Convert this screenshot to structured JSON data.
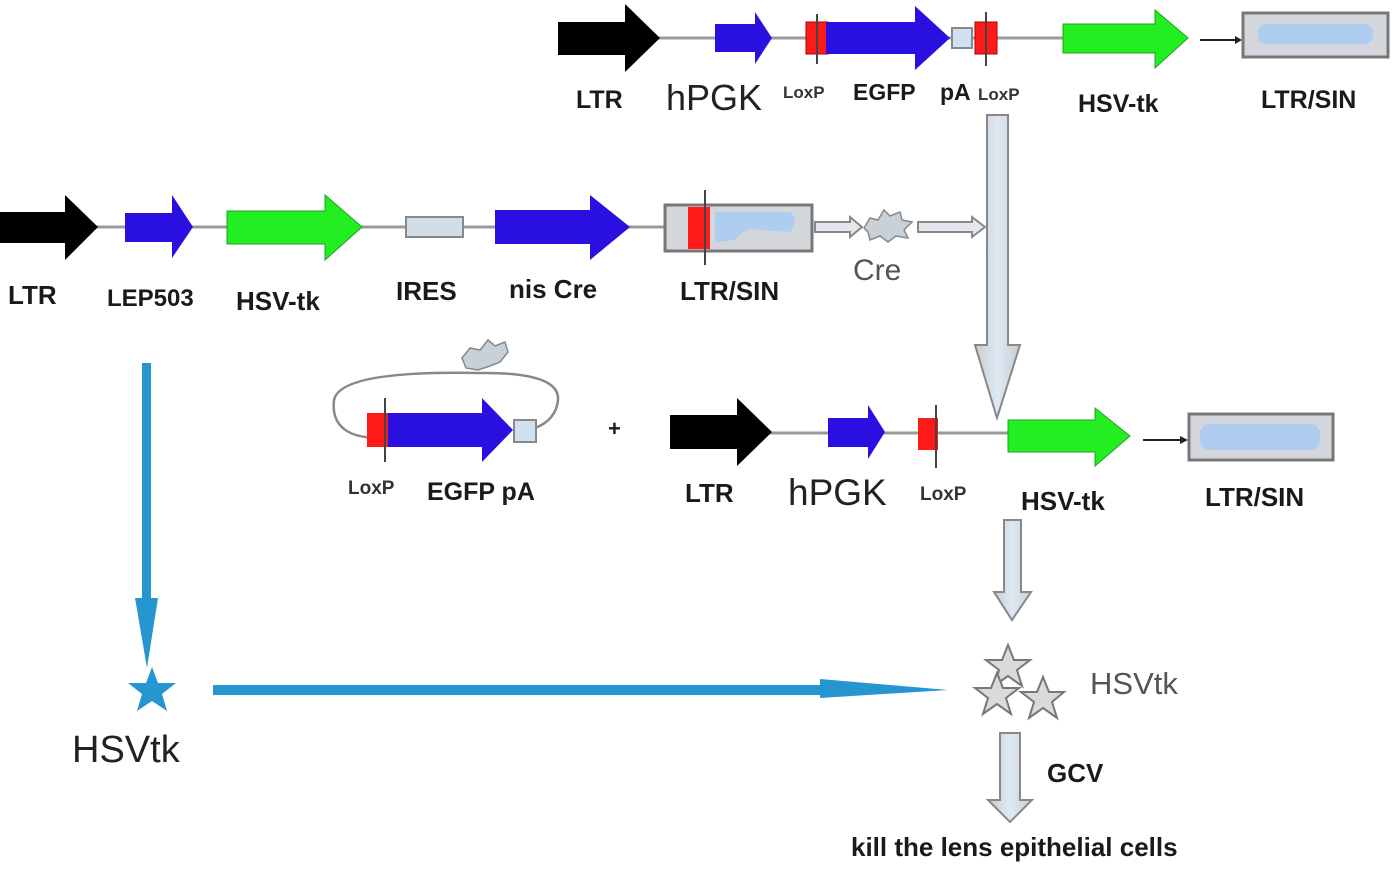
{
  "diagram": {
    "construct_top": {
      "elements": [
        {
          "label": "LTR",
          "type": "ltr-arrow",
          "color": "#000000"
        },
        {
          "label": "hPGK",
          "type": "promoter-arrow",
          "color": "#2a10e0"
        },
        {
          "label": "LoxP",
          "type": "loxp-site",
          "color": "#ff1a1a"
        },
        {
          "label": "EGFP",
          "type": "gene-arrow",
          "color": "#2a10e0"
        },
        {
          "label": "pA",
          "type": "polyA-box",
          "color": "#c8d8e8"
        },
        {
          "label": "LoxP",
          "type": "loxp-site",
          "color": "#ff1a1a"
        },
        {
          "label": "HSV-tk",
          "type": "gene-arrow",
          "color": "#22ee22"
        },
        {
          "label": "LTR/SIN",
          "type": "sin-ltr-box",
          "color": "#d0d8e0"
        }
      ]
    },
    "construct_middle": {
      "elements": [
        {
          "label": "LTR",
          "type": "ltr-arrow",
          "color": "#000000"
        },
        {
          "label": "LEP503",
          "type": "promoter-arrow",
          "color": "#2a10e0"
        },
        {
          "label": "HSV-tk",
          "type": "gene-arrow",
          "color": "#22ee22"
        },
        {
          "label": "IRES",
          "type": "ires-box",
          "color": "#c8d8e8"
        },
        {
          "label": "nis Cre",
          "type": "gene-arrow",
          "color": "#2a10e0"
        },
        {
          "label": "LTR/SIN",
          "type": "sin-ltr-box",
          "color": "#d0d8e0"
        }
      ],
      "cre_label": "Cre"
    },
    "excised_circle": {
      "labels": {
        "loxp": "LoxP",
        "egfp_pa": "EGFP pA"
      }
    },
    "plus_sign": "+",
    "construct_recombined": {
      "elements": [
        {
          "label": "LTR",
          "type": "ltr-arrow",
          "color": "#000000"
        },
        {
          "label": "hPGK",
          "type": "promoter-arrow",
          "color": "#2a10e0"
        },
        {
          "label": "LoxP",
          "type": "loxp-site",
          "color": "#ff1a1a"
        },
        {
          "label": "HSV-tk",
          "type": "gene-arrow",
          "color": "#22ee22"
        },
        {
          "label": "LTR/SIN",
          "type": "sin-ltr-box",
          "color": "#d0d8e0"
        }
      ]
    },
    "left_product": {
      "label": "HSVtk",
      "icon": "star-icon",
      "color": "#2596cf"
    },
    "right_product": {
      "label": "HSVtk",
      "icon": "stars-icon"
    },
    "drug_label": "GCV",
    "outcome_label": "kill the lens epithelial cells",
    "accent_blue": "#2596cf",
    "flow_arrow_gray": "#c8ccd0"
  }
}
